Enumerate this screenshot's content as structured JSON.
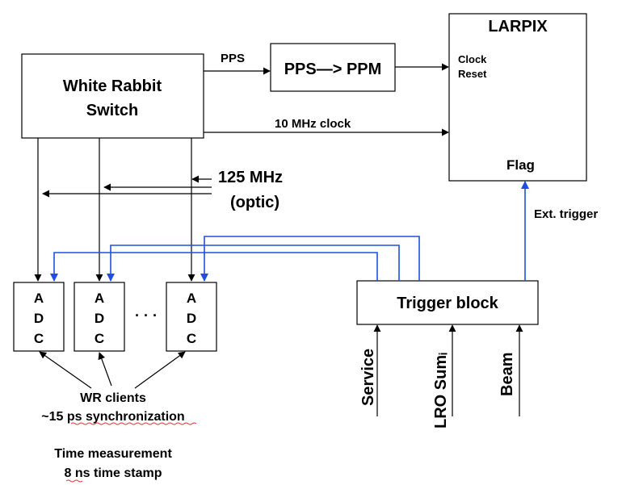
{
  "boxes": {
    "wr_switch": {
      "line1": "White Rabbit",
      "line2": "Switch"
    },
    "pps_ppm": {
      "label": "PPS—> PPM"
    },
    "larpix": {
      "title": "LARPIX",
      "clock": "Clock",
      "reset": "Reset",
      "flag": "Flag"
    },
    "adc": [
      "A",
      "D",
      "C"
    ],
    "trigger": {
      "label": "Trigger block"
    }
  },
  "labels": {
    "pps": "PPS",
    "clock_10mhz": "10 MHz clock",
    "mhz125_line1": "125 MHz",
    "mhz125_line2": "(optic)",
    "ext_trigger": "Ext. trigger",
    "dots": "· · ·",
    "wr_clients_line1": "WR clients",
    "wr_clients_line2": "~15 ps synchronization",
    "time_line1": "Time measurement",
    "time_line2": "8 ns time stamp",
    "input_service": "Service",
    "input_lro_sum": "LRO Sumᵢ",
    "input_beam": "Beam"
  },
  "colors": {
    "line": "#000000",
    "trigger_line": "#1f4fe0",
    "spell_underline": "#e0302a"
  }
}
